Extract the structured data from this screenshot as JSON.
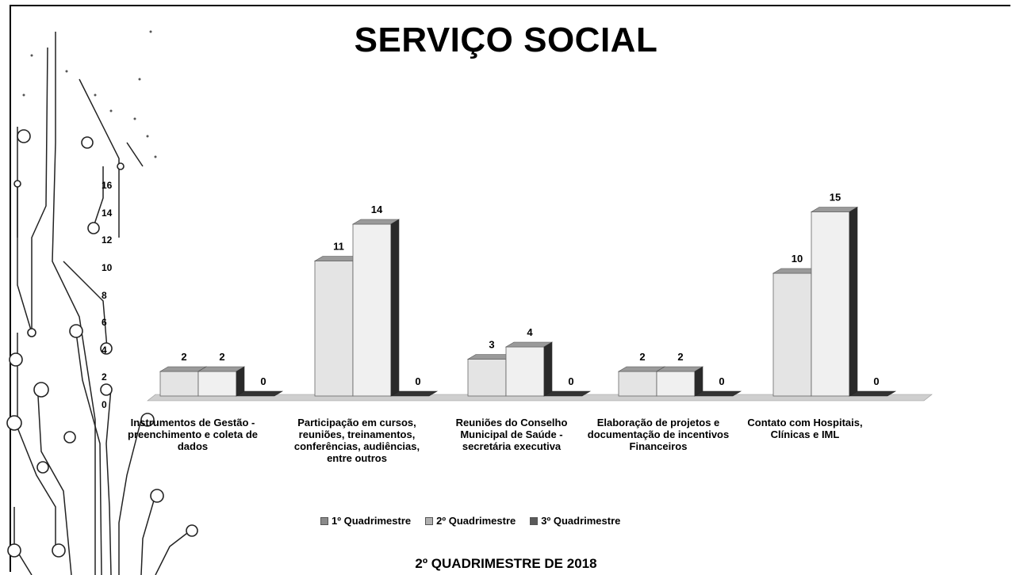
{
  "chart_data": {
    "type": "bar",
    "title": "SERVIÇO SOCIAL",
    "subtitle": "2º QUADRIMESTRE DE 2018",
    "categories": [
      "Instrumentos de Gestão - preenchimento e coleta de dados",
      "Participação em cursos, reuniões, treinamentos, conferências, audiências, entre outros",
      "Reuniões do Conselho Municipal de Saúde - secretária executiva",
      "Elaboração de projetos e documentação de incentivos Financeiros",
      "Contato com Hospitais, Clínicas e IML"
    ],
    "series": [
      {
        "name": "1º Quadrimestre",
        "values": [
          2,
          11,
          3,
          2,
          10
        ],
        "color": "#e4e4e4"
      },
      {
        "name": "2º Quadrimestre",
        "values": [
          2,
          14,
          4,
          2,
          15
        ],
        "color": "#f0f0f0"
      },
      {
        "name": "3º Quadrimestre",
        "values": [
          0,
          0,
          0,
          0,
          0
        ],
        "color": "#2a2a2a"
      }
    ],
    "yticks": [
      0,
      2,
      4,
      6,
      8,
      10,
      12,
      14,
      16
    ],
    "ylim": [
      0,
      16
    ],
    "legend_position": "bottom",
    "grid": false
  }
}
